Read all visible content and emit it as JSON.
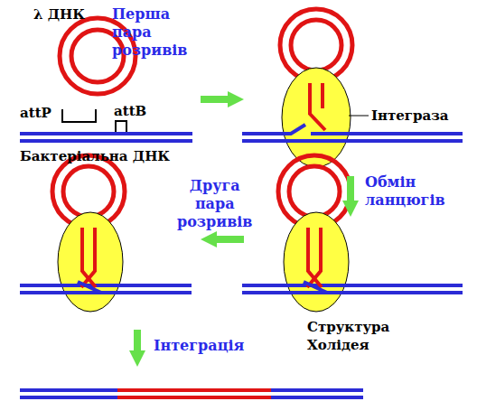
{
  "diagram": {
    "labels": [
      "λ ДНК",
      "Перша пара розривів",
      "attP",
      "attB",
      "Інтеграза",
      "Бактеріальна ДНК",
      "Друга пара розривів",
      "Обмін ланцюгів",
      "Структура Холідея",
      "Інтеграція"
    ]
  }
}
